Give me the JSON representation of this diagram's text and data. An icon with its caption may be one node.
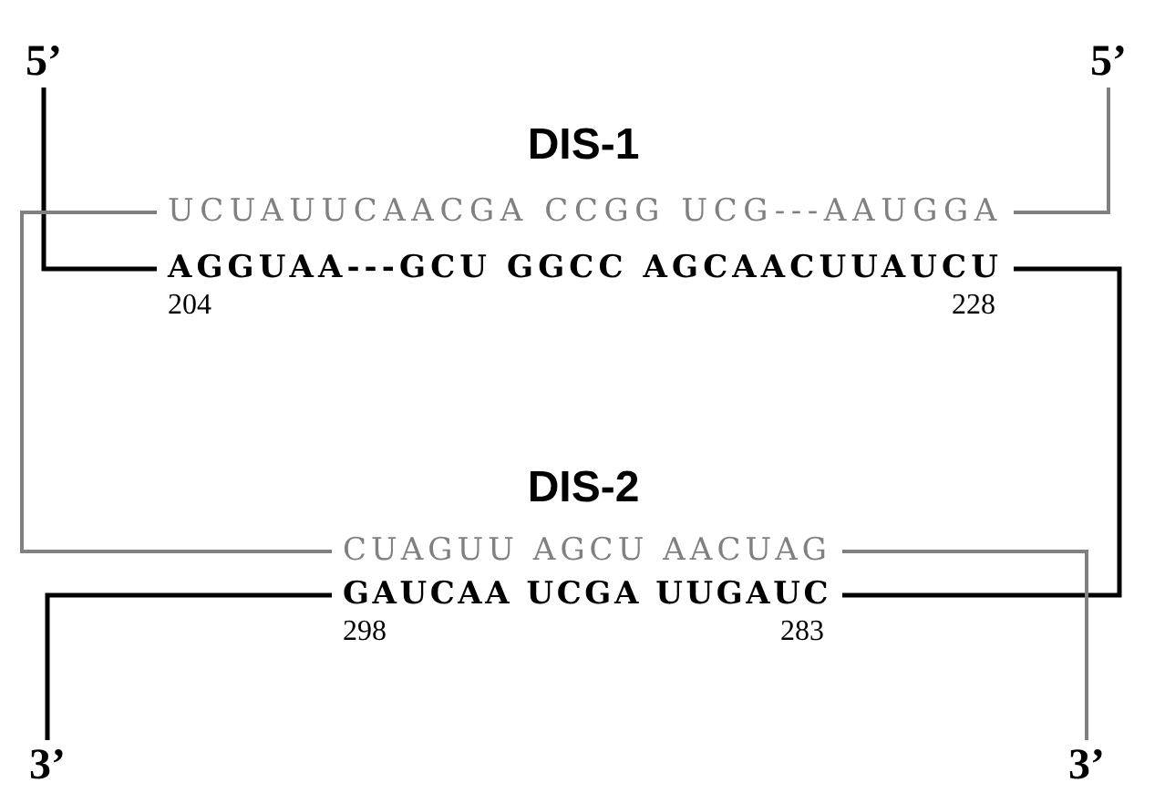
{
  "diagram": {
    "nodes": [
      {
        "text": [
          "5’"
        ]
      },
      {
        "text": [
          "5’"
        ]
      },
      {
        "text": [
          "UCUAUUCAACGA CCGG UCG---AAUGGA"
        ]
      },
      {
        "text": [
          "AGGUAA---GCU GGCC AGCAACUUAUCU"
        ],
        "beside": [
          "204",
          "228"
        ]
      },
      {
        "text": [
          "CUAGUU AGCU AACUAG"
        ]
      },
      {
        "text": [
          "GAUCAA UCGA UUGAUC"
        ],
        "beside": [
          "298",
          "283"
        ]
      },
      {
        "text": [
          "3’"
        ]
      },
      {
        "text": [
          "3’"
        ]
      }
    ],
    "edges": [
      {
        "from": 0,
        "to": 3,
        "arrow": "none"
      },
      {
        "from": 1,
        "to": 2,
        "arrow": "none",
        "color": "#808080"
      },
      {
        "from": 2,
        "to": 4,
        "arrow": "none",
        "color": "#808080"
      },
      {
        "from": 3,
        "to": 5,
        "arrow": "none"
      },
      {
        "from": 4,
        "to": 7,
        "arrow": "none",
        "color": "#808080"
      },
      {
        "from": 5,
        "to": 6,
        "arrow": "none"
      }
    ],
    "labels": [
      "DIS-1",
      "DIS-2"
    ]
  }
}
